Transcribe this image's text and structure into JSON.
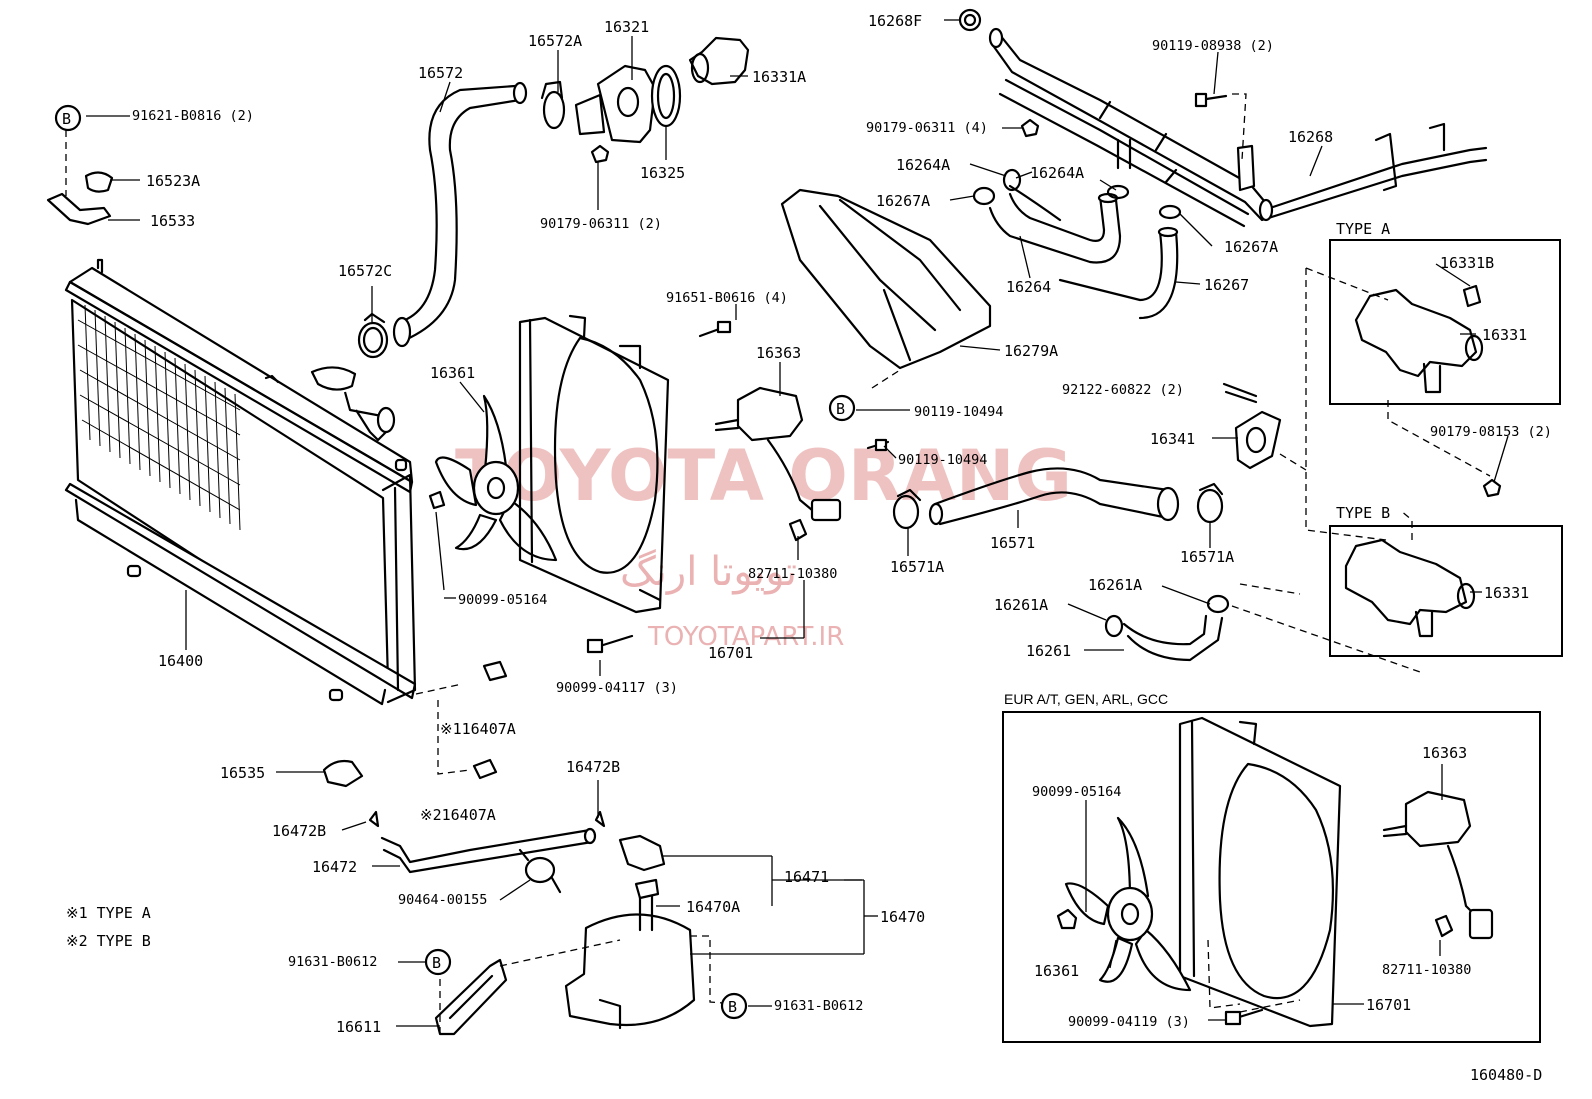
{
  "watermark": {
    "brand": "TOYOTA ORANG",
    "arabic": "تویوتا ارنگ",
    "site": "TOYOTAPART.IR"
  },
  "labels": {
    "p16572": "16572",
    "p16572A": "16572A",
    "p16321": "16321",
    "p16331A": "16331A",
    "p16325": "16325",
    "p9017906311_2": "90179-06311 (2)",
    "p16268F": "16268F",
    "p9011908938_2": "90119-08938 (2)",
    "p9017906311_4": "90179-06311 (4)",
    "p16268": "16268",
    "p16264A_a": "16264A",
    "p16264A_b": "16264A",
    "p16267A_a": "16267A",
    "p16267A_b": "16267A",
    "p16264": "16264",
    "p16267": "16267",
    "p9162108016": "91621-B0816 (2)",
    "p16523A": "16523A",
    "p16533": "16533",
    "p16572C": "16572C",
    "p9165108016": "91651-B0616 (4)",
    "p16363": "16363",
    "p16279A": "16279A",
    "p16361": "16361",
    "p9011910494_a": "90119-10494",
    "p9011910494_b": "90119-10494",
    "p9212260822": "92122-60822 (2)",
    "p16341": "16341",
    "p16571": "16571",
    "p16571A_a": "16571A",
    "p16571A_b": "16571A",
    "p9009905164": "90099-05164",
    "p8271110380": "82711-10380",
    "p16701": "16701",
    "p9009904117": "90099-04117 (3)",
    "p16400": "16400",
    "p16261A_a": "16261A",
    "p16261A_b": "16261A",
    "p16261": "16261",
    "p116407A": "※116407A",
    "p216407A": "※216407A",
    "p16535": "16535",
    "p16472B_a": "16472B",
    "p16472B_b": "16472B",
    "p16472": "16472",
    "p9046400155": "90464-00155",
    "p16471": "16471",
    "p16470A": "16470A",
    "p16470": "16470",
    "p9163108612_a": "91631-B0612",
    "p9163108612_b": "91631-B0612",
    "p16611": "16611",
    "note1": "※1  TYPE  A",
    "note2": "※2  TYPE  B",
    "diagram_id": "160480-D"
  },
  "type_a": {
    "title": "TYPE  A",
    "p16331B": "16331B",
    "p16331": "16331",
    "p9017908153": "90179-08153 (2)"
  },
  "type_b": {
    "title": "TYPE  B",
    "p16331": "16331"
  },
  "eur_box": {
    "title": "EUR A/T, GEN, ARL, GCC",
    "p16363": "16363",
    "p9009905164": "90099-05164",
    "p16361": "16361",
    "p8271110380": "82711-10380",
    "p16701": "16701",
    "p9009904119": "90099-04119 (3)"
  },
  "callout_letter": "B"
}
